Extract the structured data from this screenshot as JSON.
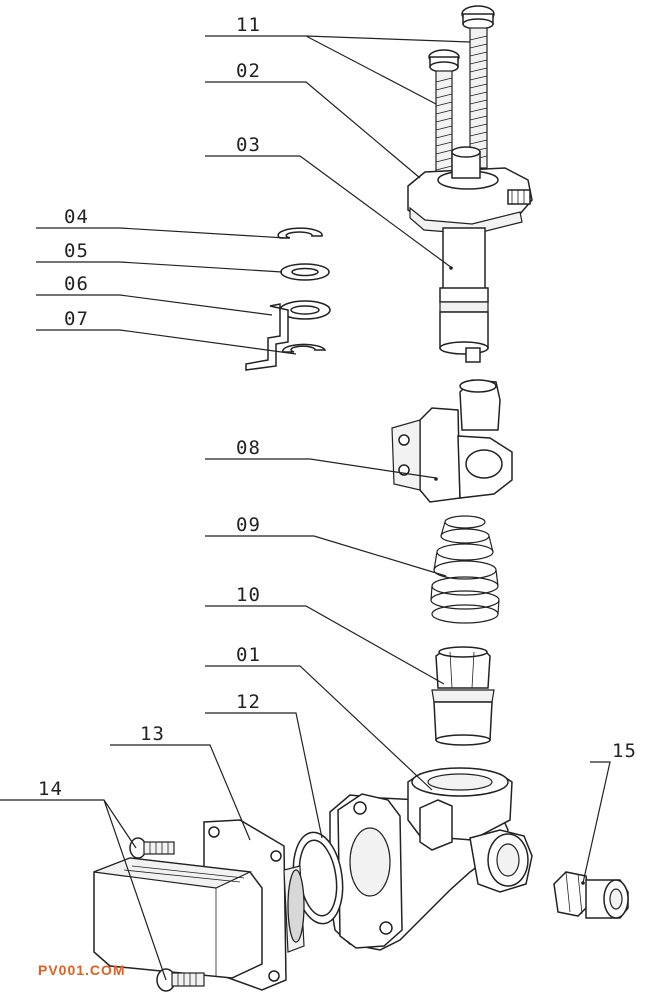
{
  "labels": {
    "l11": "11",
    "l02": "02",
    "l03": "03",
    "l04": "04",
    "l05": "05",
    "l06": "06",
    "l07": "07",
    "l08": "08",
    "l09": "09",
    "l10": "10",
    "l01": "01",
    "l12": "12",
    "l13": "13",
    "l14": "14",
    "l15": "15"
  },
  "watermark": "PV001.COM"
}
